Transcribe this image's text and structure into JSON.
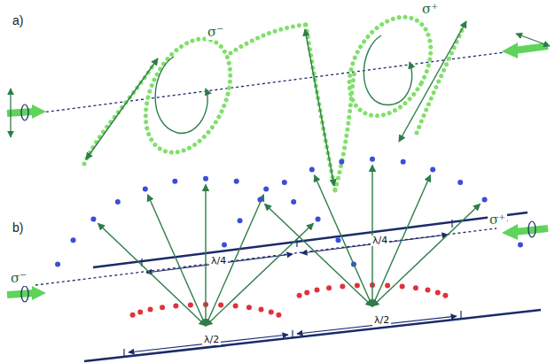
{
  "diagram": {
    "labels": [
      "a)",
      "σ⁺",
      "σ⁻",
      "λ/4",
      "λ/4",
      "b)",
      "σ⁺",
      "σ⁻",
      "λ/2",
      "λ/2"
    ]
  }
}
